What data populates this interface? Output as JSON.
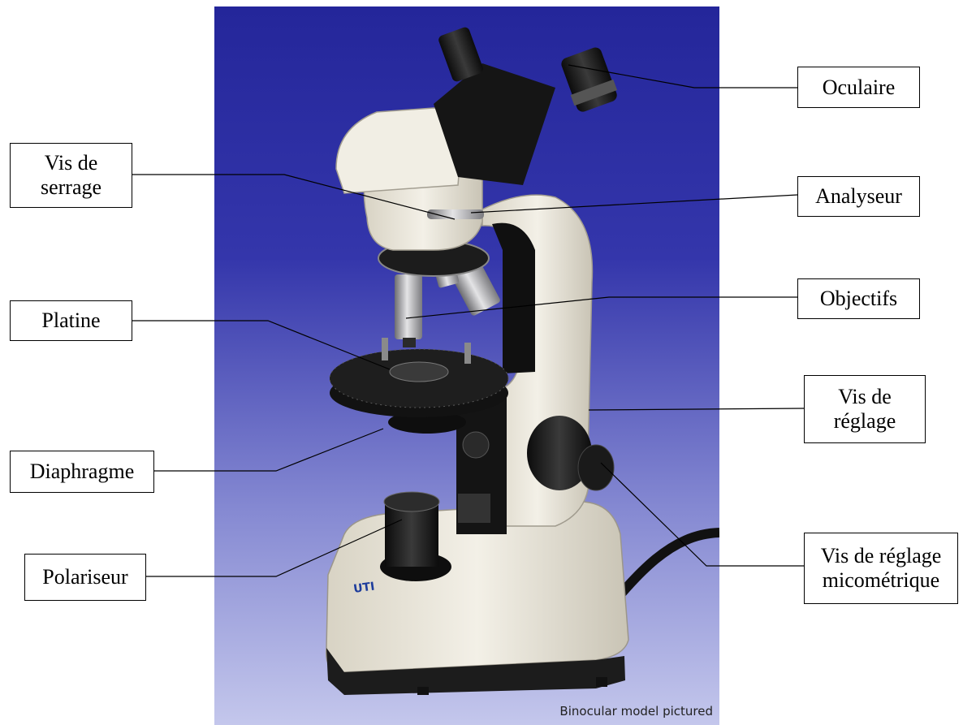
{
  "labels": {
    "oculaire": "Oculaire",
    "vis_de_serrage": "Vis de\nserrage",
    "analyseur": "Analyseur",
    "objectifs": "Objectifs",
    "platine": "Platine",
    "vis_de_reglage": "Vis de\nréglage",
    "diaphragme": "Diaphragme",
    "vis_de_reglage_micrometrique": "Vis de réglage\nmicométrique",
    "polariseur": "Polariseur"
  },
  "photo": {
    "caption": "Binocular model pictured",
    "brand_mark": "UTI"
  },
  "colors": {
    "background_top": "#26289a",
    "background_bottom": "#b9bde8",
    "body": "#ece8dc",
    "black_parts": "#141414"
  }
}
